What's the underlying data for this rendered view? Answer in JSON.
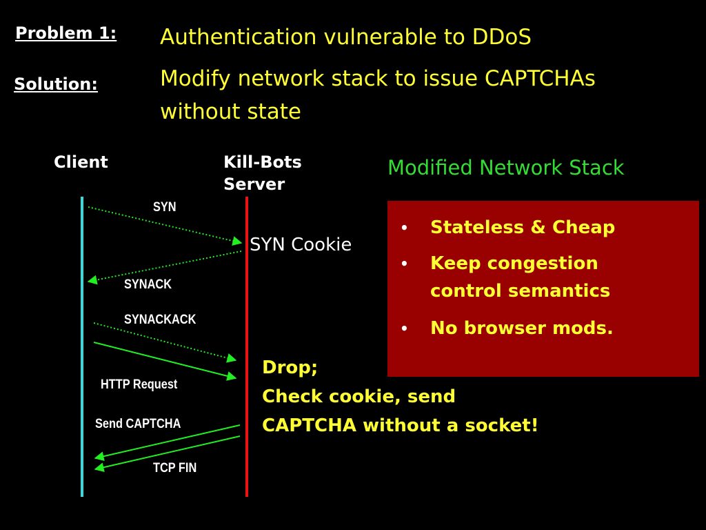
{
  "problem": {
    "label": "Problem 1:",
    "text": "Authentication vulnerable to DDoS"
  },
  "solution": {
    "label": "Solution:",
    "line1": "Modify network stack to issue CAPTCHAs",
    "line2": "without state"
  },
  "diagram": {
    "client_label": "Client",
    "server_label_line1": "Kill-Bots",
    "server_label_line2": "Server",
    "modified_stack_title": "Modified Network Stack",
    "syn_cookie_label": "SYN Cookie",
    "messages": {
      "syn": "SYN",
      "synack": "SYNACK",
      "synackack": "SYNACKACK",
      "http_request": "HTTP Request",
      "send_captcha": "Send CAPTCHA",
      "tcp_fin": "TCP FIN"
    },
    "drop_note": {
      "line1": "Drop;",
      "line2": "Check cookie, send",
      "line3": "CAPTCHA without a socket!"
    },
    "bullets": [
      "Stateless & Cheap",
      "Keep congestion",
      "control semantics",
      "No browser mods."
    ],
    "bullet_glyph": "•"
  },
  "colors": {
    "background": "#000000",
    "title_yellow": "#ffff33",
    "modified_green": "#33dd33",
    "client_line": "#33dddd",
    "server_line": "#ee1111",
    "box_fill": "#990000",
    "arrow_green": "#22ee22"
  }
}
